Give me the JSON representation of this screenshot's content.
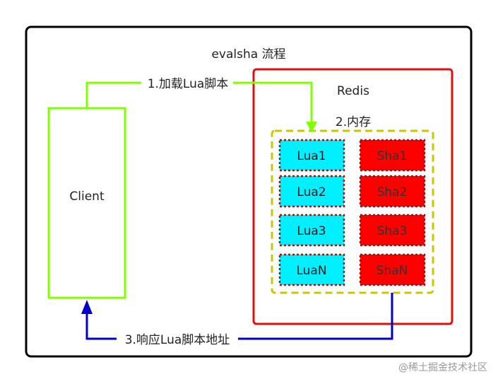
{
  "diagram": {
    "title": "evalsha 流程",
    "client_label": "Client",
    "redis_label": "Redis",
    "memory_label": "2.内存",
    "step1_label": "1.加载Lua脚本",
    "step3_label": "3.响应Lua脚本地址",
    "lua_cells": [
      "Lua1",
      "Lua2",
      "Lua3",
      "LuaN"
    ],
    "sha_cells": [
      "Sha1",
      "Sha2",
      "Sha3",
      "ShaN"
    ],
    "watermark": "@稀土掘金技术社区"
  },
  "colors": {
    "frame": "#000000",
    "client_border": "#80ff00",
    "redis_border": "#e01010",
    "memory_border": "#c8c800",
    "arrow_load": "#80ff00",
    "arrow_response": "#0000c8",
    "lua_fill": "#00f0ff",
    "sha_fill": "#ff0000",
    "cell_border": "#8b1a1a"
  }
}
